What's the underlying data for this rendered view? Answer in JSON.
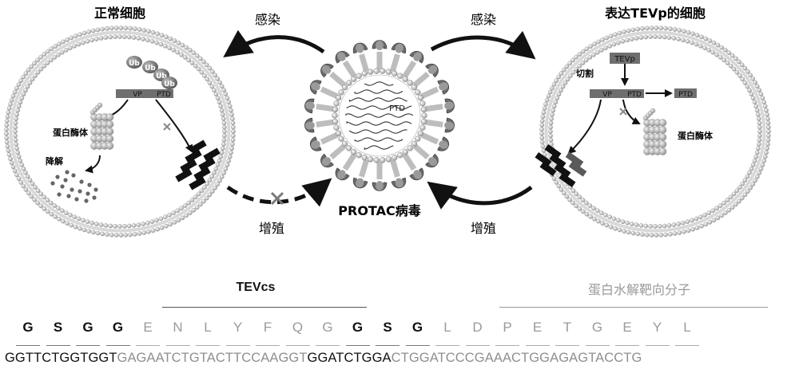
{
  "labels": {
    "left_cell_title": "正常细胞",
    "right_cell_title": "表达TEVp的细胞",
    "infect_left": "感染",
    "infect_right": "感染",
    "prolif_left": "增殖",
    "prolif_right": "增殖",
    "virus_name": "PROTAC病毒",
    "virus_ptd": "PTD",
    "ub": "Ub",
    "vp": "VP",
    "ptd": "PTD",
    "proteasome": "蛋白酶体",
    "degrade": "降解",
    "cleave": "切割",
    "tevp": "TEVp",
    "ptd_released": "PTD"
  },
  "sequence": {
    "region_tevcs": "TEVcs",
    "region_target": "蛋白水解靶向分子",
    "amino_acids": [
      {
        "aa": "G",
        "style": "dark"
      },
      {
        "aa": "S",
        "style": "dark"
      },
      {
        "aa": "G",
        "style": "dark"
      },
      {
        "aa": "G",
        "style": "dark"
      },
      {
        "aa": "E",
        "style": "light"
      },
      {
        "aa": "N",
        "style": "light"
      },
      {
        "aa": "L",
        "style": "light"
      },
      {
        "aa": "Y",
        "style": "light"
      },
      {
        "aa": "F",
        "style": "light"
      },
      {
        "aa": "Q",
        "style": "light"
      },
      {
        "aa": "G",
        "style": "light"
      },
      {
        "aa": "G",
        "style": "dark"
      },
      {
        "aa": "S",
        "style": "dark"
      },
      {
        "aa": "G",
        "style": "dark"
      },
      {
        "aa": "L",
        "style": "light"
      },
      {
        "aa": "D",
        "style": "light"
      },
      {
        "aa": "P",
        "style": "light"
      },
      {
        "aa": "E",
        "style": "light"
      },
      {
        "aa": "T",
        "style": "light"
      },
      {
        "aa": "G",
        "style": "light"
      },
      {
        "aa": "E",
        "style": "light"
      },
      {
        "aa": "Y",
        "style": "light"
      },
      {
        "aa": "L",
        "style": "light"
      }
    ],
    "dna_segments": [
      {
        "text": "GGTTCTGGTGGT",
        "style": "dark"
      },
      {
        "text": "GAGAATCTGTACTTCCAAGGT",
        "style": "light"
      },
      {
        "text": "GGATCTGGA",
        "style": "dark"
      },
      {
        "text": "CTGGATCCCGAAACTGGAGAGTACCTG",
        "style": "light"
      }
    ]
  }
}
